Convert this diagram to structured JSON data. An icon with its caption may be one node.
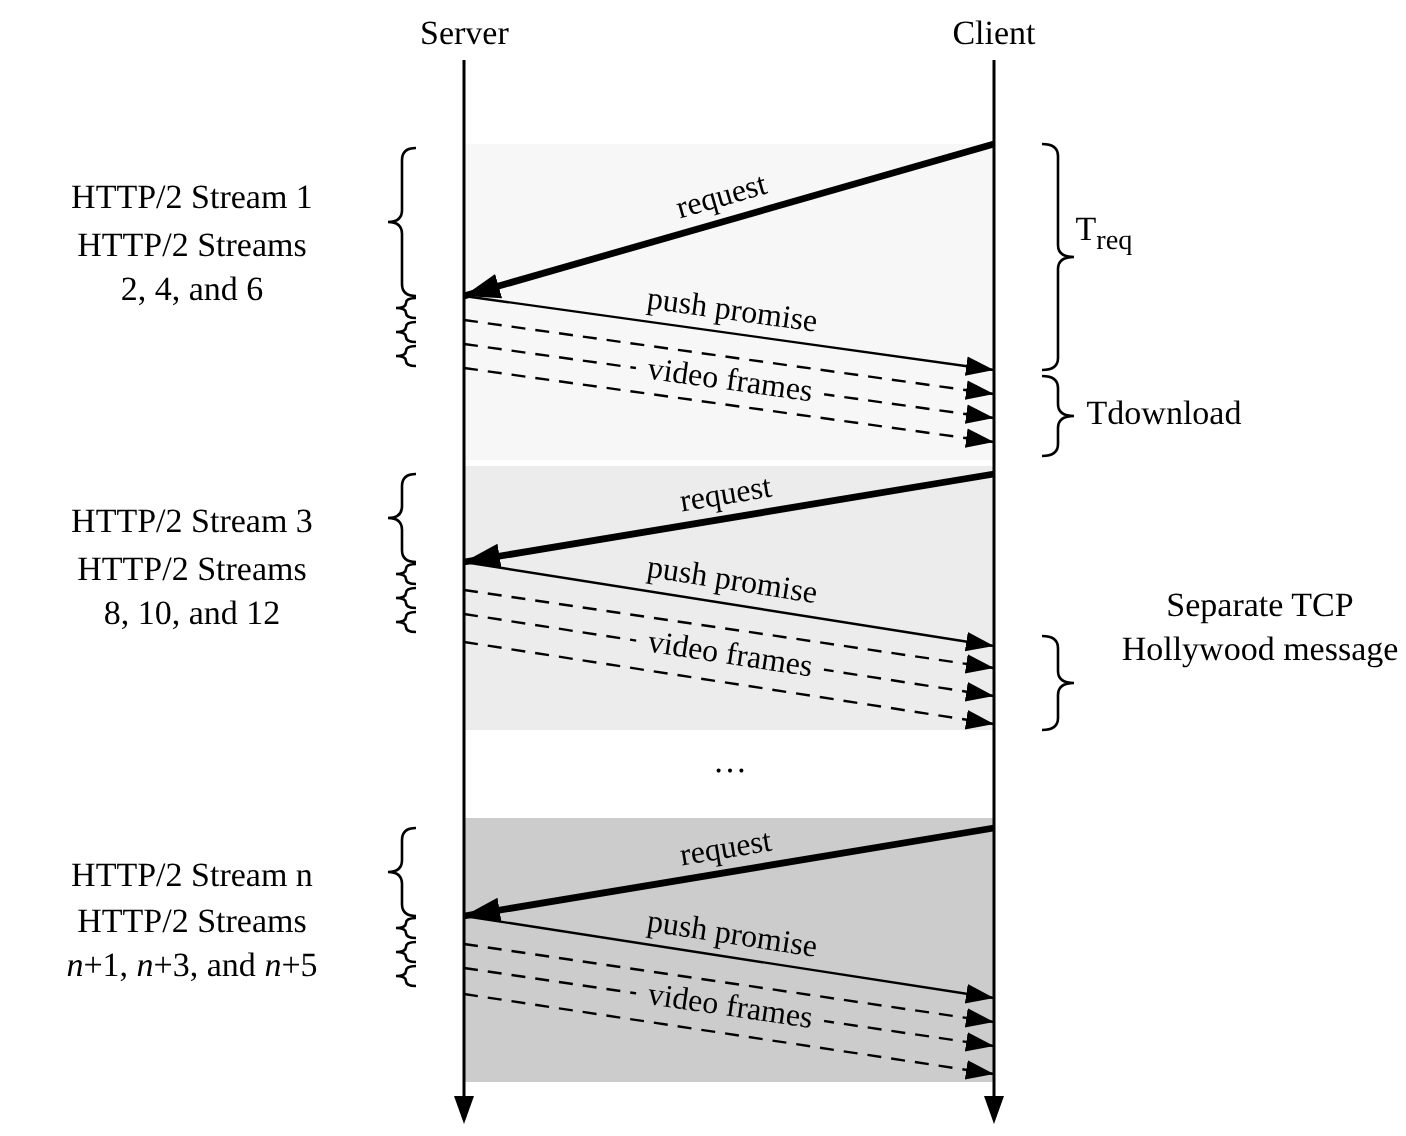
{
  "diagram": {
    "nodes": [
      {
        "text": [
          "Server"
        ]
      },
      {
        "text": [
          "Client"
        ]
      }
    ],
    "edges": [
      {
        "from": 1,
        "to": 0,
        "arrow": "to",
        "style": "thick",
        "label": "request"
      },
      {
        "from": 0,
        "to": 1,
        "arrow": "to",
        "label": "push promise"
      },
      {
        "from": 0,
        "to": 1,
        "arrow": "to",
        "style": "dashed"
      },
      {
        "from": 0,
        "to": 1,
        "arrow": "to",
        "style": "dashed",
        "label": "video frames"
      },
      {
        "from": 0,
        "to": 1,
        "arrow": "to",
        "style": "dashed"
      },
      {
        "from": 1,
        "to": 0,
        "arrow": "to",
        "style": "thick",
        "label": "request"
      },
      {
        "from": 0,
        "to": 1,
        "arrow": "to",
        "label": "push promise"
      },
      {
        "from": 0,
        "to": 1,
        "arrow": "to",
        "style": "dashed"
      },
      {
        "from": 0,
        "to": 1,
        "arrow": "to",
        "style": "dashed",
        "label": "video frames"
      },
      {
        "from": 0,
        "to": 1,
        "arrow": "to",
        "style": "dashed"
      },
      {
        "from": 1,
        "to": 0,
        "arrow": "to",
        "style": "thick",
        "label": "request"
      },
      {
        "from": 0,
        "to": 1,
        "arrow": "to",
        "label": "push promise"
      },
      {
        "from": 0,
        "to": 1,
        "arrow": "to",
        "style": "dashed"
      },
      {
        "from": 0,
        "to": 1,
        "arrow": "to",
        "style": "dashed",
        "label": "video frames"
      },
      {
        "from": 0,
        "to": 1,
        "arrow": "to",
        "style": "dashed"
      }
    ],
    "labels": [
      "HTTP/2 Stream 1",
      "HTTP/2 Streams 2, 4, and 6",
      "T$_{req}$",
      "Tdownload",
      "HTTP/2 Stream 3",
      "HTTP/2 Streams 8, 10, and 12",
      "Separate TCP Hollywood message",
      "…",
      "HTTP/2 Stream n",
      "HTTP/2 Streams *n*+1, *n*+3, and *n*+5"
    ]
  }
}
